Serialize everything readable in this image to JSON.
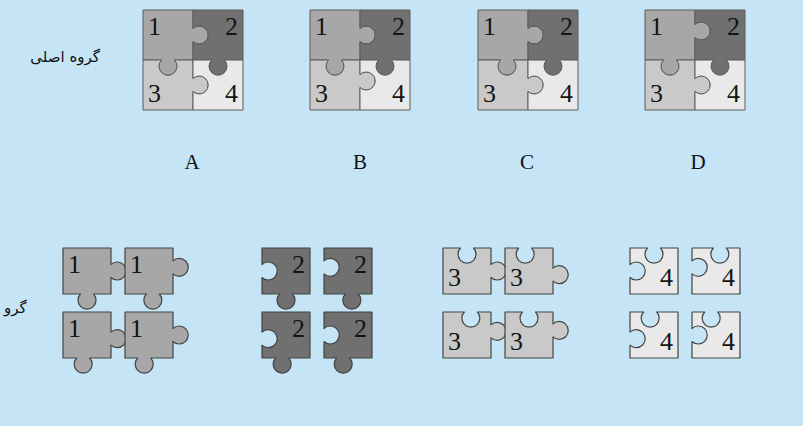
{
  "diagram": {
    "nodes": [
      {
        "text": [
          "1"
        ]
      },
      {
        "text": [
          "2"
        ]
      },
      {
        "text": [
          "3"
        ]
      },
      {
        "text": [
          "4"
        ]
      },
      {
        "text": [
          "1"
        ]
      },
      {
        "text": [
          "2"
        ]
      },
      {
        "text": [
          "3"
        ]
      },
      {
        "text": [
          "4"
        ]
      },
      {
        "text": [
          "1"
        ]
      },
      {
        "text": [
          "2"
        ]
      },
      {
        "text": [
          "3"
        ]
      },
      {
        "text": [
          "4"
        ]
      },
      {
        "text": [
          "1"
        ]
      },
      {
        "text": [
          "2"
        ]
      },
      {
        "text": [
          "3"
        ]
      },
      {
        "text": [
          "4"
        ]
      },
      {
        "text": [
          "1"
        ]
      },
      {
        "text": [
          "1"
        ]
      },
      {
        "text": [
          "2"
        ]
      },
      {
        "text": [
          "2"
        ]
      },
      {
        "text": [
          "3"
        ]
      },
      {
        "text": [
          "3"
        ]
      },
      {
        "text": [
          "4"
        ]
      },
      {
        "text": [
          "4"
        ]
      },
      {
        "text": [
          "1"
        ]
      },
      {
        "text": [
          "1"
        ]
      },
      {
        "text": [
          "2"
        ]
      },
      {
        "text": [
          "2"
        ]
      },
      {
        "text": [
          "3"
        ]
      },
      {
        "text": [
          "3"
        ]
      },
      {
        "text": [
          "4"
        ]
      },
      {
        "text": [
          "4"
        ]
      }
    ],
    "labels": [
      "گروه اصلی",
      "A",
      "B",
      "C",
      "D",
      "گرو"
    ]
  }
}
